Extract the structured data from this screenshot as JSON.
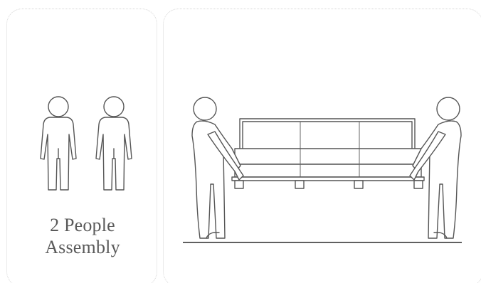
{
  "left_panel": {
    "caption_line1": "2 People",
    "caption_line2": "Assembly",
    "icon": "two-people-icon"
  },
  "right_panel": {
    "illustration": "two-people-carrying-sofa-illustration"
  }
}
